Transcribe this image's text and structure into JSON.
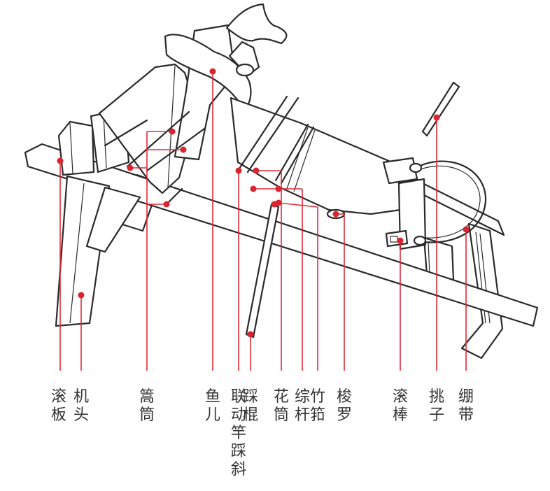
{
  "accent_color": "#d8252f",
  "labels": [
    {
      "id": "gunban",
      "chars": [
        "滚",
        "板"
      ]
    },
    {
      "id": "jitou",
      "chars": [
        "机",
        "头"
      ]
    },
    {
      "id": "shaotong",
      "chars": [
        "篙",
        "筒"
      ]
    },
    {
      "id": "yuer",
      "chars": [
        "鱼",
        "儿"
      ]
    },
    {
      "id": "liandong",
      "chars": [
        "联",
        "动",
        "竿",
        "踩",
        "斜"
      ]
    },
    {
      "id": "caigun",
      "chars": [
        "踩",
        "棍"
      ]
    },
    {
      "id": "huatong",
      "chars": [
        "花",
        "筒"
      ]
    },
    {
      "id": "zonggan",
      "chars": [
        "综",
        "杆"
      ]
    },
    {
      "id": "zhuzhu",
      "chars": [
        "竹",
        "筘"
      ]
    },
    {
      "id": "suoluo",
      "chars": [
        "梭",
        "罗"
      ]
    },
    {
      "id": "gunbang",
      "chars": [
        "滚",
        "棒"
      ]
    },
    {
      "id": "tiaozi",
      "chars": [
        "挑",
        "子"
      ]
    },
    {
      "id": "bengdai",
      "chars": [
        "绷",
        "带"
      ]
    }
  ]
}
